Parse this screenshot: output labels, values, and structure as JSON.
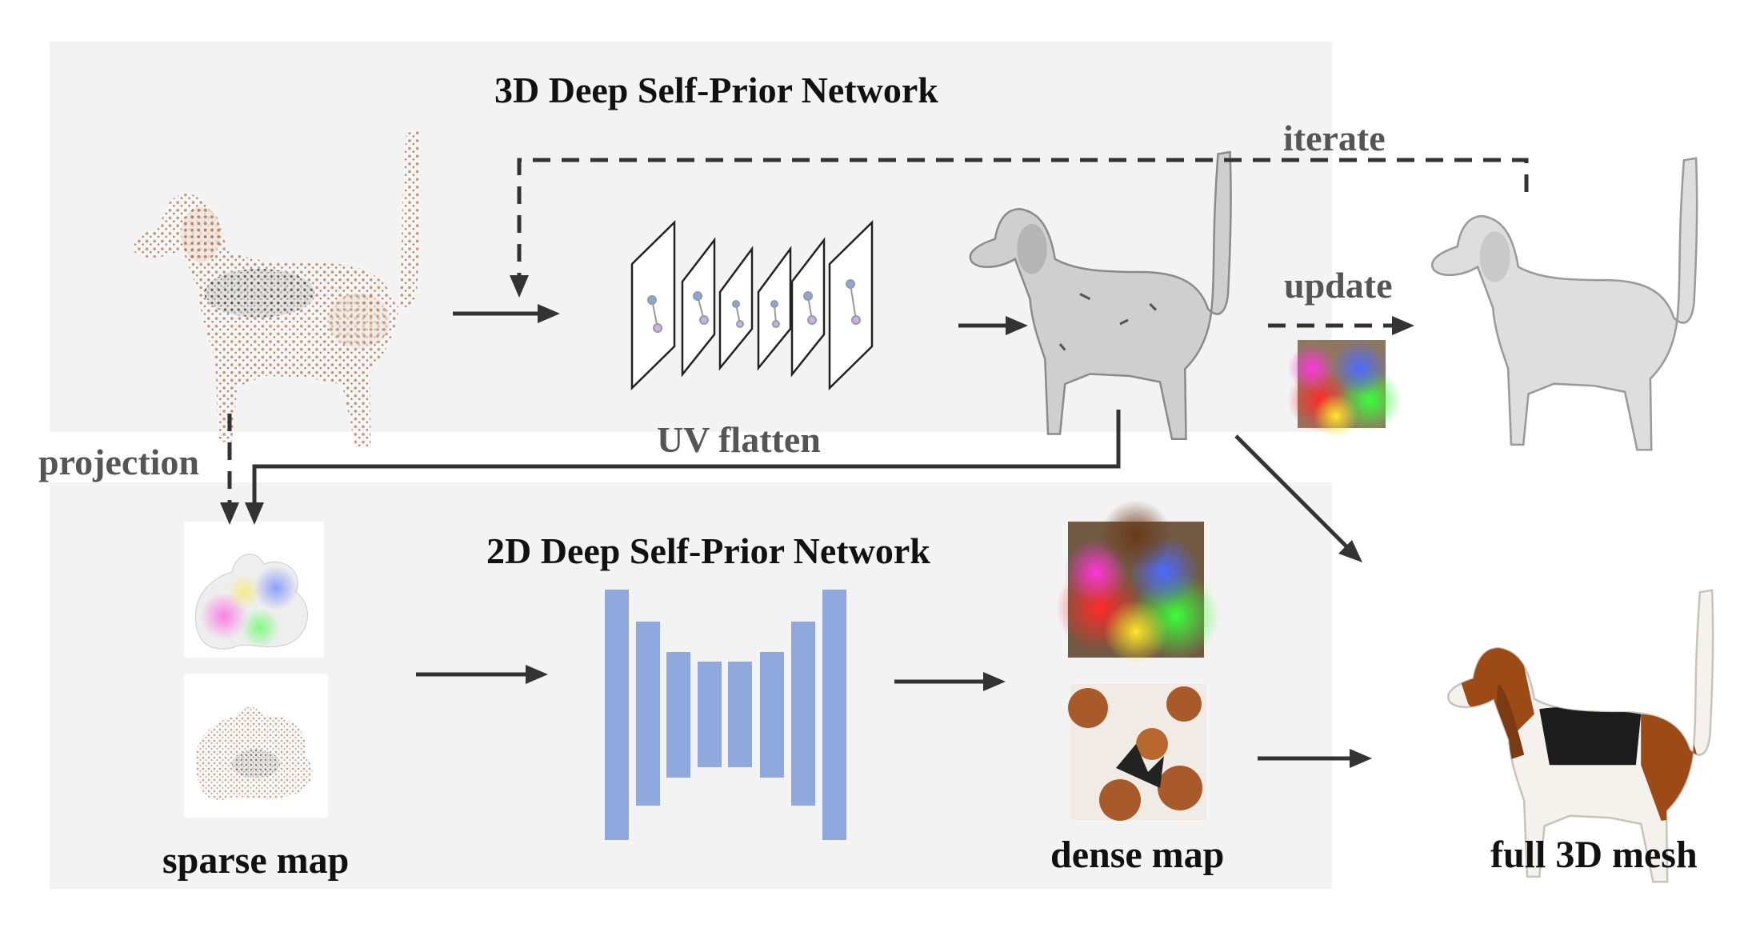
{
  "top_panel": {
    "title": "3D Deep Self-Prior Network"
  },
  "bottom_panel": {
    "title": "2D Deep Self-Prior Network"
  },
  "labels": {
    "iterate": "iterate",
    "update": "update",
    "projection": "projection",
    "uv_flatten": "UV flatten",
    "sparse_map": "sparse map",
    "dense_map": "dense map",
    "full_mesh": "full 3D mesh"
  },
  "colors": {
    "panel": "#f3f3f3",
    "arrow": "#333333",
    "unet": "#8fa9df",
    "label_gray": "#555555",
    "dog_brown": "#9c4a16",
    "dog_black": "#1c1c1c"
  }
}
